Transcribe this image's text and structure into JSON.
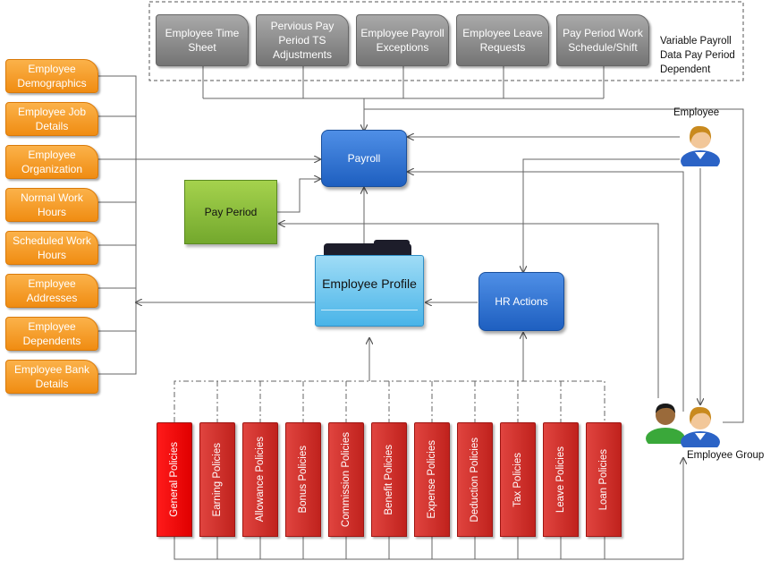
{
  "left_attributes": [
    "Employee Demographics",
    "Employee Job Details",
    "Employee Organization",
    "Normal Work Hours",
    "Scheduled Work Hours",
    "Employee Addresses",
    "Employee Dependents",
    "Employee Bank Details"
  ],
  "top_inputs": [
    "Employee Time Sheet",
    "Pervious Pay Period TS Adjustments",
    "Employee Payroll Exceptions",
    "Employee Leave Requests",
    "Pay Period Work Schedule/Shift"
  ],
  "variable_note": "Variable Payroll Data Pay Period Dependent",
  "payroll": "Payroll",
  "pay_period": "Pay Period",
  "employee_profile": "Employee Profile",
  "hr_actions": "HR Actions",
  "employee_label": "Employee",
  "employee_group_label": "Employee Group",
  "policies": [
    "General Policies",
    "Earning Policies",
    "Allowance Policies",
    "Bonus Policies",
    "Commission Policies",
    "Benefit Policies",
    "Expense Policies",
    "Deduction Policies",
    "Tax Policies",
    "Leave Policies",
    "Loan Policies"
  ],
  "icons": [
    "employee-person-icon",
    "employee-group-icon",
    "folder-icon"
  ],
  "colors": {
    "left_boxes": "#f5a02a",
    "top_boxes": "#8c8c8c",
    "payroll": "#2e6fd0",
    "pay_period": "#8cc13b",
    "profile": "#6cc6ef",
    "policies": "#d0302b",
    "general_policy": "#ff0000"
  }
}
